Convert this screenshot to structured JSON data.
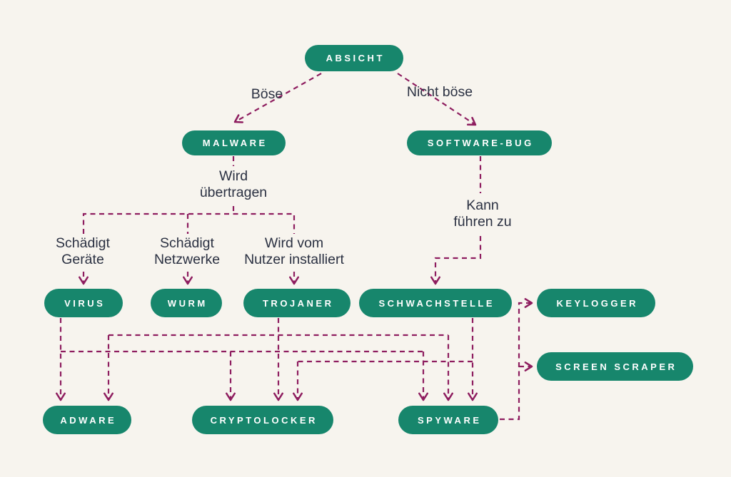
{
  "palette": {
    "background": "#F7F4EE",
    "node_fill": "#17866C",
    "node_text": "#FFFFFF",
    "connector": "#8E1D5F",
    "label_text": "#2B3142"
  },
  "diagram": {
    "nodes": {
      "absicht": "ABSICHT",
      "malware": "MALWARE",
      "software_bug": "SOFTWARE-BUG",
      "virus": "VIRUS",
      "wurm": "WURM",
      "trojaner": "TROJANER",
      "schwachstelle": "SCHWACHSTELLE",
      "keylogger": "KEYLOGGER",
      "screen_scraper": "SCREEN SCRAPER",
      "adware": "ADWARE",
      "cryptolocker": "CRYPTOLOCKER",
      "spyware": "SPYWARE"
    },
    "edge_labels": {
      "boese": "Böse",
      "nicht_boese": "Nicht böse",
      "wird_uebertragen": "Wird\nübertragen",
      "kann_fuehren_zu": "Kann\nführen zu",
      "schaedigt_geraete": "Schädigt\nGeräte",
      "schaedigt_netzwerke": "Schädigt\nNetzwerke",
      "wird_vom_nutzer_installiert": "Wird vom\nNutzer installiert"
    },
    "edges": [
      {
        "from": "ABSICHT",
        "to": "MALWARE",
        "label": "Böse"
      },
      {
        "from": "ABSICHT",
        "to": "SOFTWARE-BUG",
        "label": "Nicht böse"
      },
      {
        "from": "MALWARE",
        "to": "VIRUS",
        "labels": [
          "Wird übertragen",
          "Schädigt Geräte"
        ]
      },
      {
        "from": "MALWARE",
        "to": "WURM",
        "labels": [
          "Wird übertragen",
          "Schädigt Netzwerke"
        ]
      },
      {
        "from": "MALWARE",
        "to": "TROJANER",
        "labels": [
          "Wird übertragen",
          "Wird vom Nutzer installiert"
        ]
      },
      {
        "from": "SOFTWARE-BUG",
        "to": "SCHWACHSTELLE",
        "label": "Kann führen zu"
      },
      {
        "from": "VIRUS",
        "to": "ADWARE",
        "label": ""
      },
      {
        "from": "VIRUS",
        "to": "CRYPTOLOCKER",
        "label": ""
      },
      {
        "from": "VIRUS",
        "to": "SPYWARE",
        "label": ""
      },
      {
        "from": "TROJANER",
        "to": "ADWARE",
        "label": ""
      },
      {
        "from": "TROJANER",
        "to": "CRYPTOLOCKER",
        "label": ""
      },
      {
        "from": "TROJANER",
        "to": "SPYWARE",
        "label": ""
      },
      {
        "from": "SCHWACHSTELLE",
        "to": "CRYPTOLOCKER",
        "label": ""
      },
      {
        "from": "SCHWACHSTELLE",
        "to": "SPYWARE",
        "label": ""
      },
      {
        "from": "SPYWARE",
        "to": "KEYLOGGER",
        "label": ""
      },
      {
        "from": "SPYWARE",
        "to": "SCREEN SCRAPER",
        "label": ""
      }
    ]
  }
}
